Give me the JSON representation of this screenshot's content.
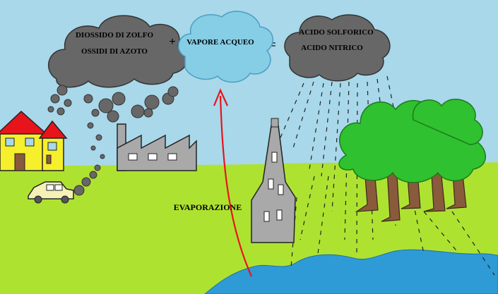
{
  "clouds": {
    "pollution": {
      "line1": "DIOSSIDO DI ZOLFO",
      "line2": "OSSIDI DI AZOTO"
    },
    "vapor": {
      "label": "VAPORE ACQUEO"
    },
    "acid": {
      "line1": "ACIDO SOLFORICO",
      "line2": "ACIDO NITRICO"
    }
  },
  "operators": {
    "plus": "+",
    "equals": "="
  },
  "evaporation": {
    "label": "EVAPORAZIONE"
  },
  "colors": {
    "sky": "#a8d8ea",
    "grass": "#aee231",
    "water": "#2f9bd6",
    "smoke": "#676767",
    "vapor": "#86cde6",
    "house_yellow": "#f6ef2b",
    "roof_red": "#e8141c",
    "factory": "#a9a9a9",
    "tree_green": "#2fc12f",
    "trunk": "#8a5a3c",
    "arrow": "#e8141c"
  }
}
